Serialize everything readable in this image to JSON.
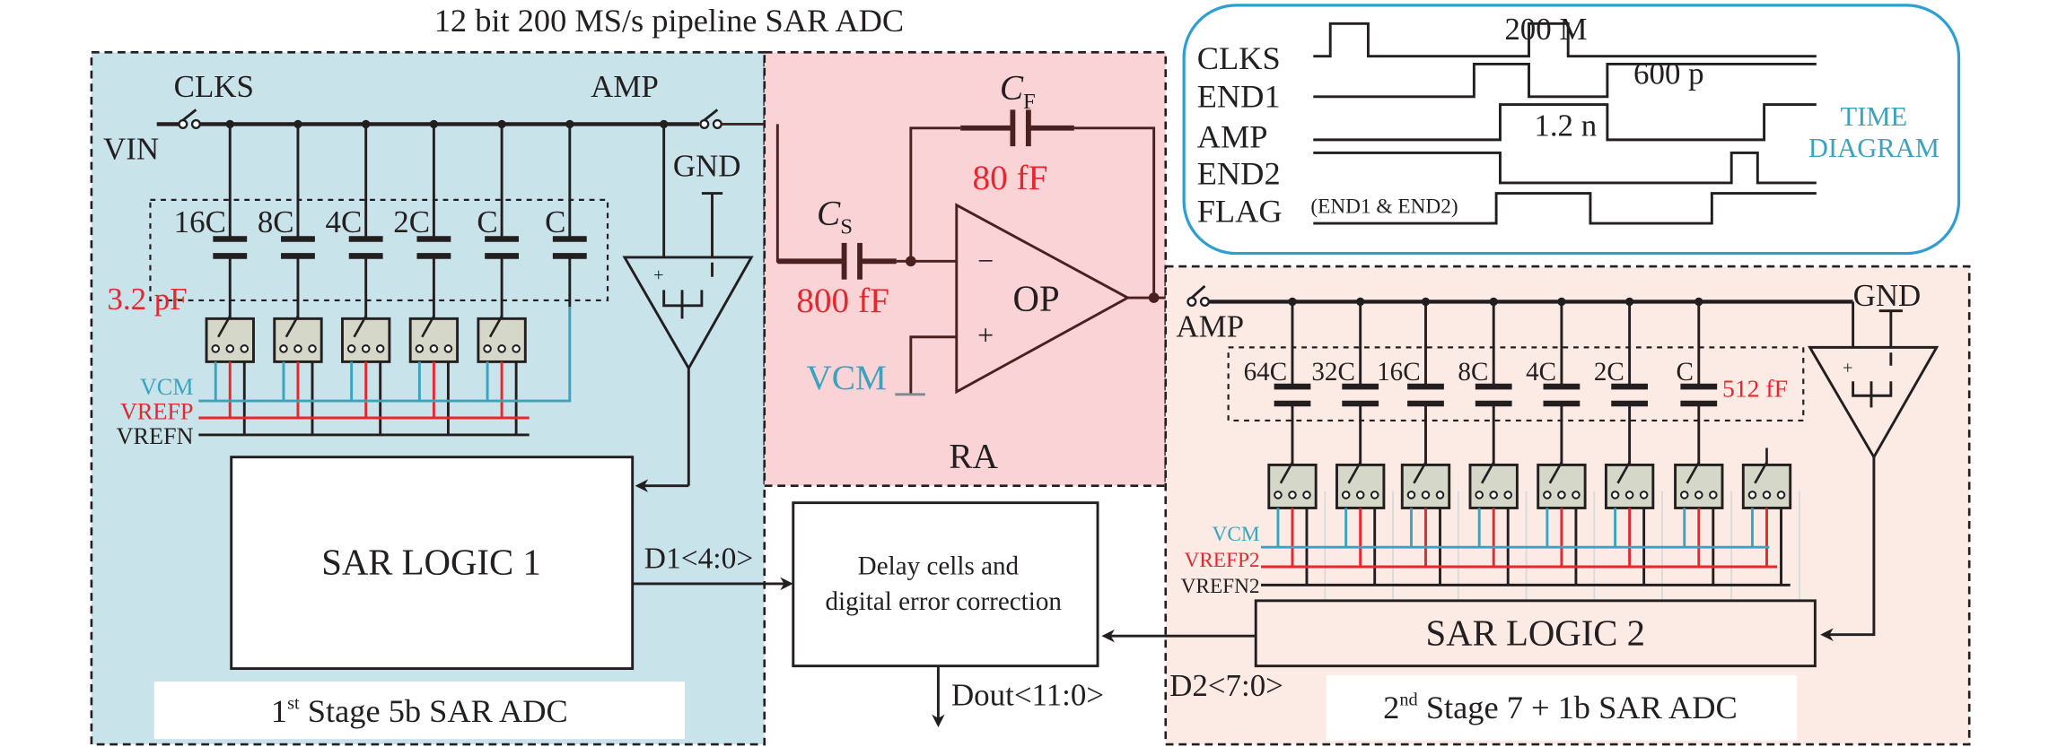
{
  "title": "12 bit 200 MS/s pipeline SAR ADC",
  "colors": {
    "stage1_bg": "#c9e3ea",
    "ra_bg": "#f9d3d5",
    "stage2_bg": "#fcebe5",
    "time_diagram_border": "#2e9fd3",
    "vcm": "#3aa3bf",
    "vrefp": "#e8262d",
    "vrefn": "#231f20"
  },
  "stage1": {
    "clks_label": "CLKS",
    "vin_label": "VIN",
    "amp_label": "AMP",
    "gnd_label": "GND",
    "cap_labels": [
      "16C",
      "8C",
      "4C",
      "2C",
      "C",
      "C"
    ],
    "cap_value": "3.2 pF",
    "vcm_label": "VCM",
    "vrefp_label": "VREFP",
    "vrefn_label": "VREFN",
    "logic_label": "SAR LOGIC 1",
    "output_bus": "D1<4:0>",
    "stage_caption_num": "1",
    "stage_caption_sup": "st",
    "stage_caption_rest": " Stage 5b SAR ADC"
  },
  "ra": {
    "cs_label": "C",
    "cs_sub": "S",
    "cs_value": "800 fF",
    "cf_label": "C",
    "cf_sub": "F",
    "cf_value": "80 fF",
    "op_label": "OP",
    "minus": "−",
    "plus": "+",
    "vcm_label": "VCM",
    "block_label": "RA"
  },
  "stage2": {
    "amp_label": "AMP",
    "gnd_label": "GND",
    "cap_labels": [
      "64C",
      "32C",
      "16C",
      "8C",
      "4C",
      "2C",
      "C"
    ],
    "cap_value": "512 fF",
    "vcm_label": "VCM",
    "vrefp_label": "VREFP2",
    "vrefn_label": "VREFN2",
    "logic_label": "SAR LOGIC 2",
    "output_bus": "D2<7:0>",
    "stage_caption_num": "2",
    "stage_caption_sup": "nd",
    "stage_caption_rest": " Stage 7 + 1b SAR ADC"
  },
  "dec": {
    "line1": "Delay cells and",
    "line2": "digital error correction",
    "output_bus": "Dout<11:0>"
  },
  "time_diagram": {
    "signals": [
      "CLKS",
      "END1",
      "AMP",
      "END2",
      "FLAG"
    ],
    "flag_note": "(END1 & END2)",
    "annotations": {
      "clks_freq": "200 M",
      "end1_width": "600 p",
      "amp_width": "1.2 n"
    },
    "caption_line1": "TIME",
    "caption_line2": "DIAGRAM"
  }
}
